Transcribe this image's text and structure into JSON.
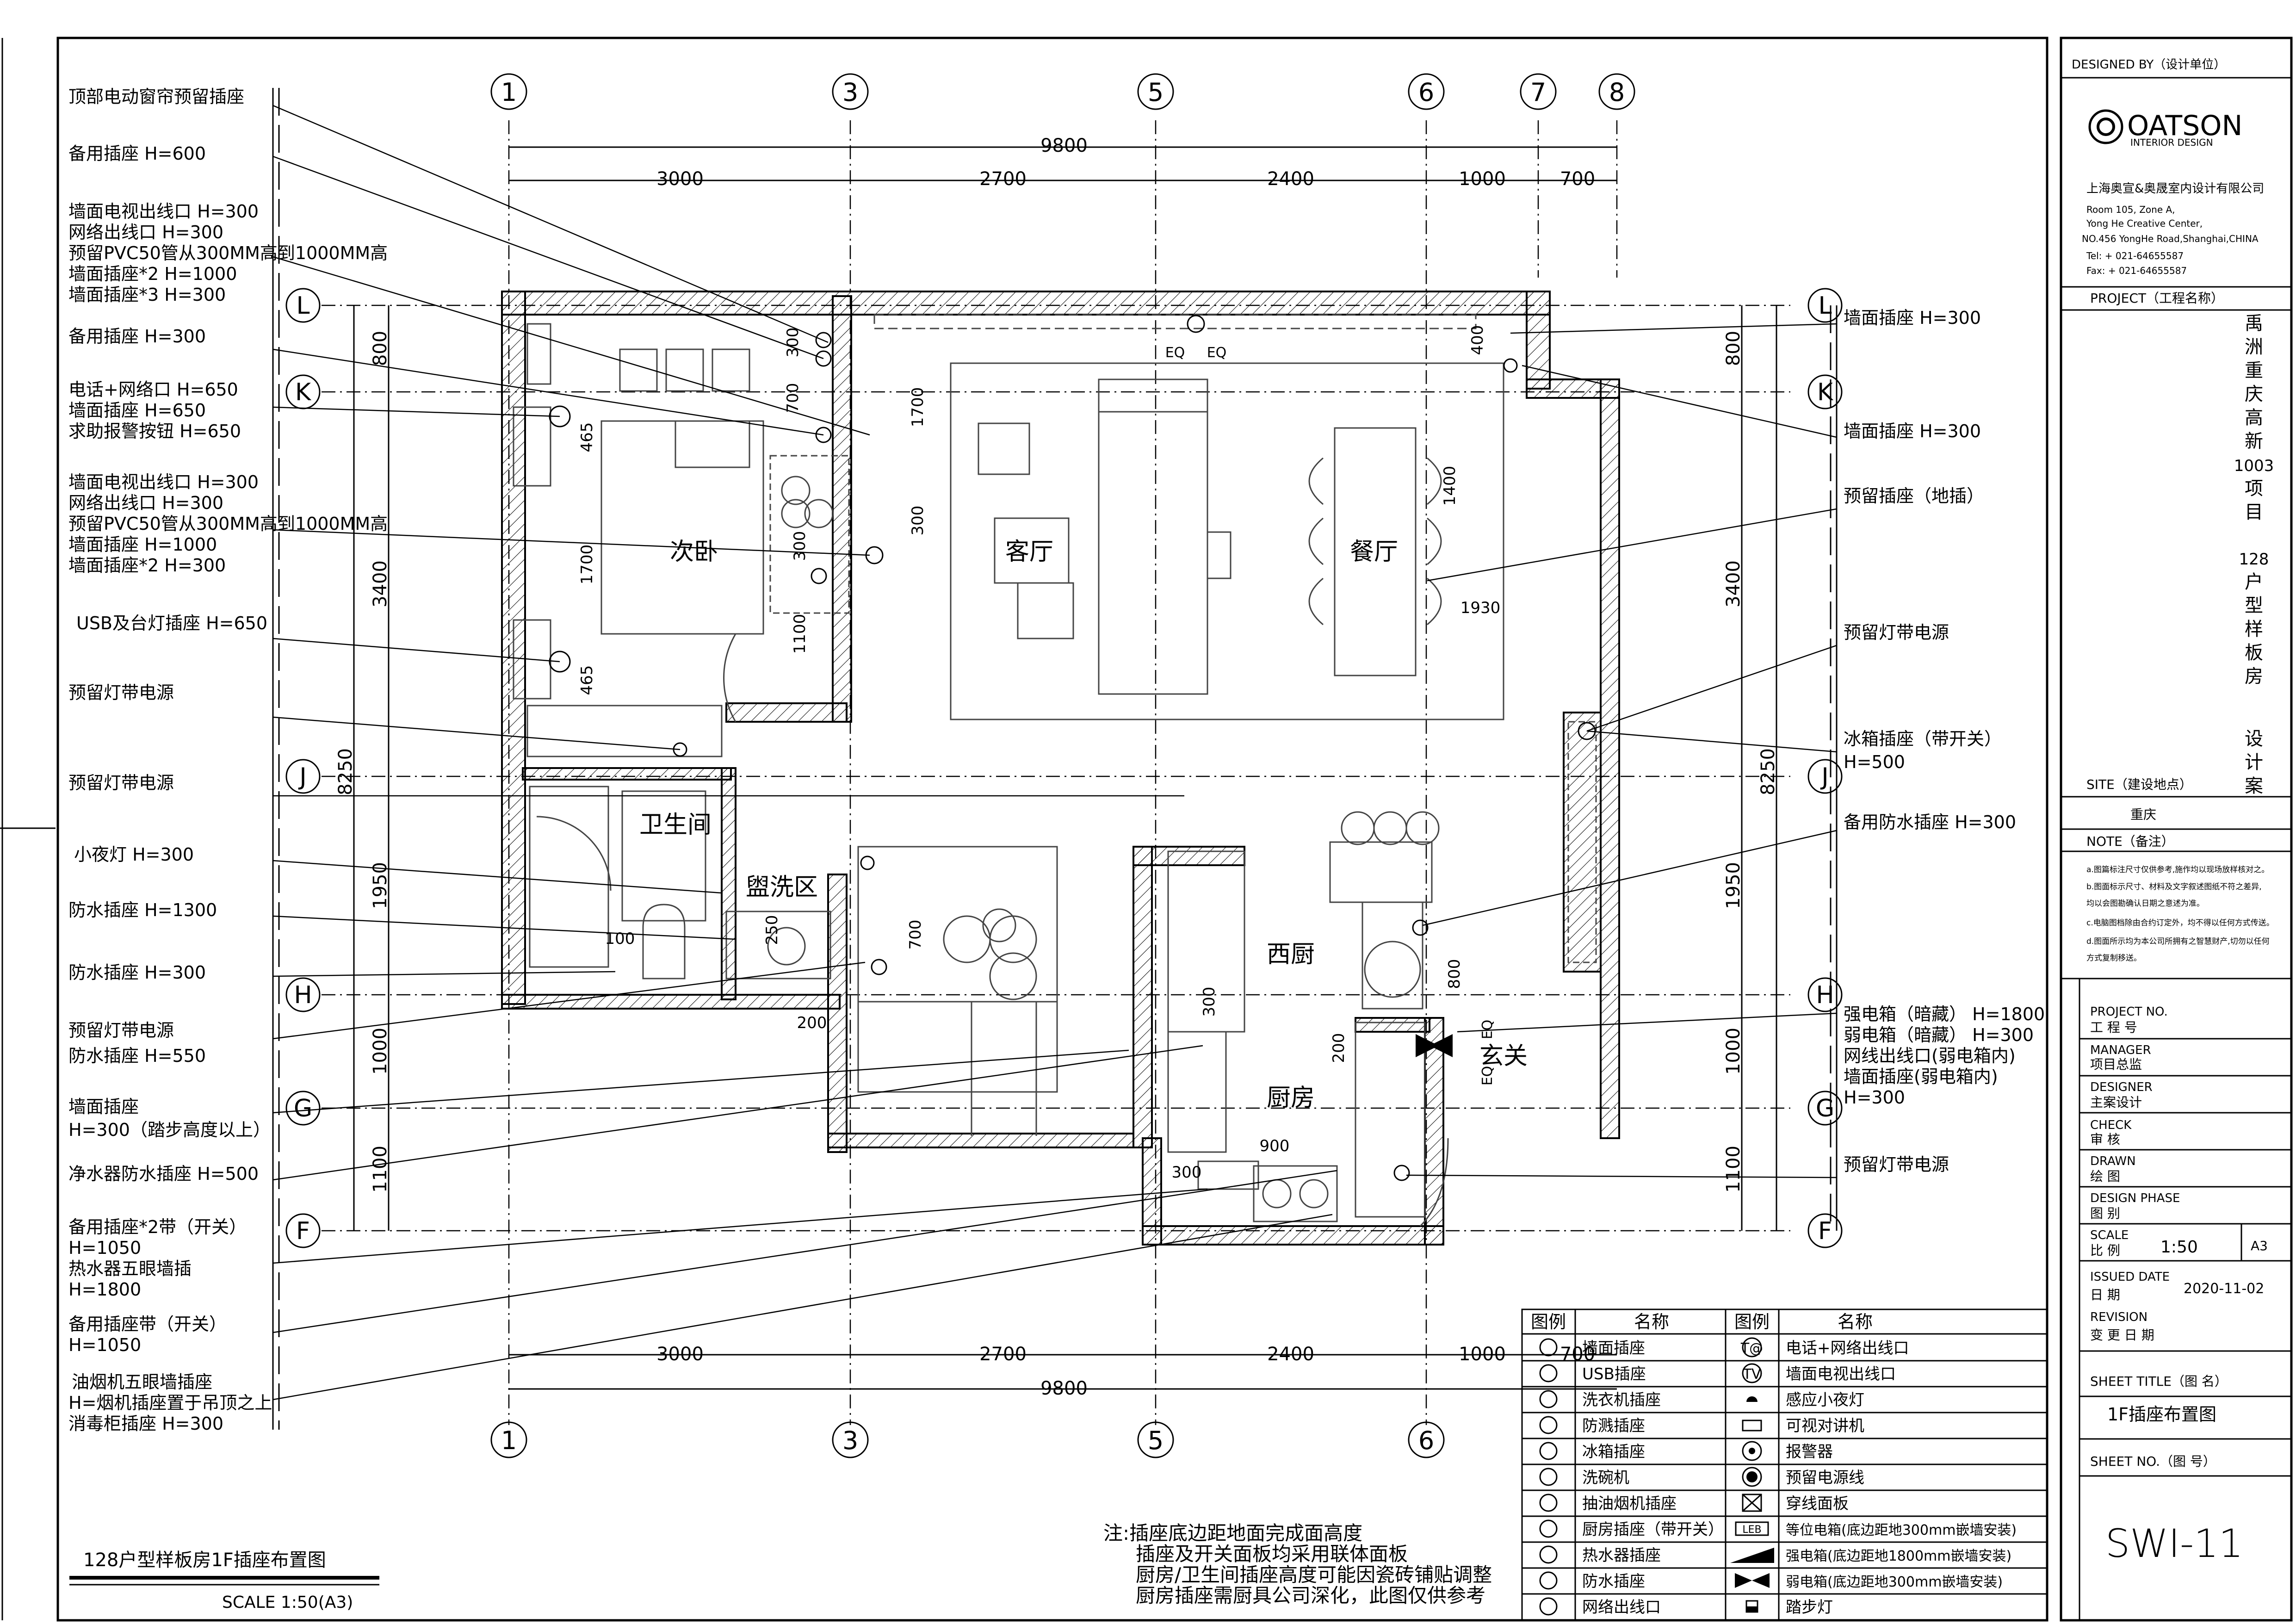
{
  "drawing": {
    "drawing_title": "128户型样板房1F插座布置图",
    "scale_label": "SCALE 1:50(A3)",
    "notes": [
      "注:插座底边距地面完成面高度",
      "插座及开关面板均采用联体面板",
      "厨房/卫生间插座高度可能因瓷砖铺贴调整",
      "厨房插座需厨具公司深化，此图仅供参考"
    ]
  },
  "axes": {
    "vertical": [
      "1",
      "3",
      "5",
      "6",
      "7",
      "8"
    ],
    "horizontal_left": [
      "L",
      "K",
      "J",
      "H",
      "G",
      "F"
    ],
    "horizontal_right": [
      "L",
      "K",
      "J",
      "H",
      "G",
      "F"
    ]
  },
  "dimensions": {
    "top_total": "9800",
    "top_segments": [
      "3000",
      "2700",
      "2400",
      "1000",
      "700"
    ],
    "bottom_total": "9800",
    "bottom_segments": [
      "3000",
      "2700",
      "2400",
      "1000",
      "700"
    ],
    "left_total": "8250",
    "left_segments": [
      "800",
      "3400",
      "1950",
      "1000",
      "1100"
    ],
    "right_total": "8250",
    "right_segments": [
      "800",
      "3400",
      "1950",
      "1000",
      "1100"
    ],
    "inner": [
      "300",
      "700",
      "1700",
      "300",
      "465",
      "1700",
      "300",
      "1100",
      "465",
      "1400",
      "1930",
      "400",
      "700",
      "250",
      "100",
      "200",
      "800",
      "300",
      "200",
      "900",
      "300",
      "EQ",
      "EQ",
      "EQ",
      "EQ"
    ]
  },
  "rooms": {
    "bedroom": "次卧",
    "living": "客厅",
    "dining": "餐厅",
    "bathroom": "卫生间",
    "washing": "盥洗区",
    "western_kitchen": "西厨",
    "kitchen": "厨房",
    "entrance": "玄关"
  },
  "left_labels": [
    [
      "顶部电动窗帘预留插座"
    ],
    [
      "备用插座      H=600"
    ],
    [
      "墙面电视出线口 H=300",
      "网络出线口     H=300",
      "预留PVC50管从300MM高到1000MM高",
      "墙面插座*2     H=1000",
      "墙面插座*3     H=300"
    ],
    [
      "备用插座      H=300"
    ],
    [
      "电话+网络口   H=650",
      "墙面插座      H=650",
      "求助报警按钮   H=650"
    ],
    [
      "墙面电视出线口 H=300",
      "网络出线口     H=300",
      "预留PVC50管从300MM高到1000MM高",
      "墙面插座       H=1000",
      "墙面插座*2     H=300"
    ],
    [
      "USB及台灯插座  H=650"
    ],
    [
      "预留灯带电源"
    ],
    [
      "预留灯带电源"
    ],
    [
      "小夜灯         H=300"
    ],
    [
      "防水插座       H=1300"
    ],
    [
      "防水插座       H=300"
    ],
    [
      "预留灯带电源",
      "防水插座       H=550"
    ],
    [
      "墙面插座",
      "H=300（踏步高度以上）"
    ],
    [
      "净水器防水插座  H=500"
    ],
    [
      "备用插座*2带（开关）",
      "H=1050",
      "热水器五眼墙插",
      "H=1800"
    ],
    [
      "备用插座带（开关）",
      "H=1050"
    ],
    [
      "油烟机五眼墙插座",
      "H=烟机插座置于吊顶之上",
      "消毒柜插座       H=300"
    ]
  ],
  "right_labels": [
    [
      "墙面插座         H=300"
    ],
    [
      "墙面插座         H=300"
    ],
    [
      "预留插座（地插）"
    ],
    [
      "预留灯带电源"
    ],
    [
      "冰箱插座（带开关）",
      "H=500"
    ],
    [
      "备用防水插座    H=300"
    ],
    [
      "强电箱（暗藏） H=1800",
      "弱电箱（暗藏） H=300",
      "网线出线口(弱电箱内)",
      "墙面插座(弱电箱内)",
      "H=300"
    ],
    [
      "预留灯带电源"
    ]
  ],
  "legend": {
    "headers": [
      "图例",
      "名称",
      "图例",
      "名称"
    ],
    "rows": [
      [
        "墙面插座",
        "电话+网络出线口",
        "T@"
      ],
      [
        "USB插座",
        "墙面电视出线口",
        "TV"
      ],
      [
        "洗衣机插座",
        "感应小夜灯",
        ""
      ],
      [
        "防溅插座",
        "可视对讲机",
        ""
      ],
      [
        "冰箱插座",
        "报警器",
        ""
      ],
      [
        "洗碗机",
        "预留电源线",
        ""
      ],
      [
        "抽油烟机插座",
        "穿线面板",
        ""
      ],
      [
        "厨房插座（带开关）",
        "等位电箱(底边距地300mm嵌墙安装)",
        "LEB"
      ],
      [
        "热水器插座",
        "强电箱(底边距地1800mm嵌墙安装)",
        ""
      ],
      [
        "防水插座",
        "弱电箱(底边距地300mm嵌墙安装)",
        ""
      ],
      [
        "网络出线口",
        "踏步灯",
        ""
      ]
    ]
  },
  "title_block": {
    "designed_by": "DESIGNED BY（设计单位）",
    "logo_text": "OATSON",
    "logo_sub": "INTERIOR DESIGN",
    "company": "上海奥宣&奥晟室内设计有限公司",
    "address": [
      "Room 105, Zone A,",
      "Yong He Creative Center,",
      "NO.456 YongHe Road,Shanghai,CHINA",
      "Tel: + 021-64655587",
      "Fax: + 021-64655587"
    ],
    "project_label": "PROJECT（工程名称）",
    "project_name_vertical": [
      "禹",
      "洲",
      "重",
      "庆",
      "高",
      "新",
      "1003",
      "项",
      "目",
      "",
      "128",
      "户",
      "型",
      "样",
      "板",
      "房",
      "",
      "设",
      "计",
      "案"
    ],
    "site_label": "SITE（建设地点）",
    "site": "重庆",
    "note_label": "NOTE（备注）",
    "note_lines": [
      "a.图篇标注尺寸仅供参考,施作均以现场放样核对之。",
      "b.图面标示尺寸、材料及文字叙述图纸不符之差异,",
      "均以会图勘确认日期之意述为准。",
      "c.电脑图档除由合约订定外，均不得以任何方式传送。",
      "d.图面所示均为本公司所拥有之智慧财产,切勿以任何",
      "方式复制移送。"
    ],
    "fields": [
      {
        "en": "PROJECT NO.",
        "cn": "工 程 号",
        "value": ""
      },
      {
        "en": "MANAGER",
        "cn": "项目总监",
        "value": ""
      },
      {
        "en": "DESIGNER",
        "cn": "主案设计",
        "value": ""
      },
      {
        "en": "CHECK",
        "cn": "审   核",
        "value": ""
      },
      {
        "en": "DRAWN",
        "cn": "绘   图",
        "value": ""
      },
      {
        "en": "DESIGN PHASE",
        "cn": "图   别",
        "value": ""
      },
      {
        "en": "SCALE",
        "cn": "比   例",
        "value": "1:50"
      },
      {
        "en": "ISSUED DATE",
        "cn": "日   期",
        "value": "2020-11-02"
      },
      {
        "en": "REVISION",
        "cn": "变 更 日 期",
        "value": ""
      }
    ],
    "paper_size": "A3",
    "sheet_title_label": "SHEET TITLE（图  名）",
    "sheet_title": "1F插座布置图",
    "sheet_no_label": "SHEET NO.（图  号）",
    "sheet_no": "SWI-11"
  }
}
